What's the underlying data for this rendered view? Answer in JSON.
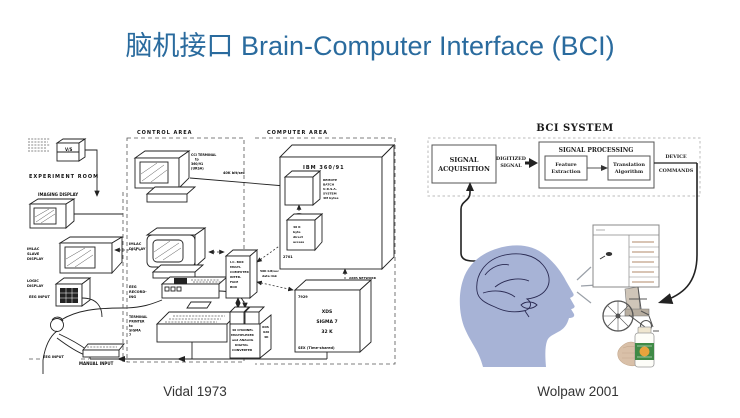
{
  "slide": {
    "title": "脑机接口 Brain-Computer Interface (BCI)"
  },
  "colors": {
    "title_blue": "#2a6b9e",
    "head_blue": "#a7b3d6",
    "ink": "#222222"
  },
  "vidal": {
    "caption": "Vidal 1973",
    "areas": {
      "experiment_room": "EXPERIMENT  ROOM",
      "control_area": "CONTROL   AREA",
      "computer_area": "COMPUTER   AREA"
    },
    "labels": {
      "vs": "V/S",
      "imaging_display": "IMAGING  DISPLAY",
      "imlac_slave": [
        "IMLAC",
        "SLAVE",
        "DISPLAY"
      ],
      "logic_display": [
        "LOGIC",
        "DISPLAY"
      ],
      "eeg_input_a": "EEG   INPUT",
      "eeg_input_b": "EEG  INPUT",
      "cci_terminal": [
        "CCI TERMINAL",
        "to",
        "360/91",
        "(URSA)"
      ],
      "link_40k": "40K  bit/sec",
      "imlac_display": [
        "IMLAC",
        "DISPLAY"
      ],
      "eeg_recording": [
        "EEG",
        "RECORD-",
        "ING"
      ],
      "terminal_printer": [
        "TERMINAL",
        "PRINTER",
        "to",
        "SIGMA",
        "7"
      ],
      "manual_input": "MANUAL  INPUT",
      "eeg": "EEG",
      "ic_box": [
        "I.C. BOX",
        "MULTI-",
        "COMPUTER",
        "INTER-",
        "FACE",
        "BOX"
      ],
      "link_50k": [
        "50K  bit/sec",
        "data  link"
      ],
      "xds920": [
        "XDS",
        "920",
        "4K"
      ],
      "mux": [
        "40 CHANNEL",
        "MULTIPLEXER",
        "and ANALOG",
        "DIGITAL",
        "CONVERTER"
      ],
      "ibm": "IBM   360/91",
      "remote_batch": [
        "REMOTE",
        "BATCH",
        "U.R.S.A.",
        "SYSTEM",
        "4M bytes"
      ],
      "direct_access": [
        "40 K",
        "byte",
        "direct",
        "access"
      ],
      "u2701": "2701",
      "arpa": "ARPA NETWORK",
      "sigma_id": "7929",
      "sigma": [
        "XDS",
        "SIGMA  7",
        "32 K"
      ],
      "sex": "SEX (Time-shared)"
    }
  },
  "wolpaw": {
    "caption": "Wolpaw 2001",
    "system_title": "BCI SYSTEM",
    "signal_acquisition": [
      "SIGNAL",
      "ACQUISITION"
    ],
    "digitized_signal": [
      "DIGITIZED",
      "SIGNAL"
    ],
    "signal_processing": "SIGNAL PROCESSING",
    "feature_extraction": [
      "Feature",
      "Extraction"
    ],
    "translation_algorithm": [
      "Translation",
      "Algorithm"
    ],
    "device_commands": [
      "DEVICE",
      "COMMANDS"
    ]
  }
}
